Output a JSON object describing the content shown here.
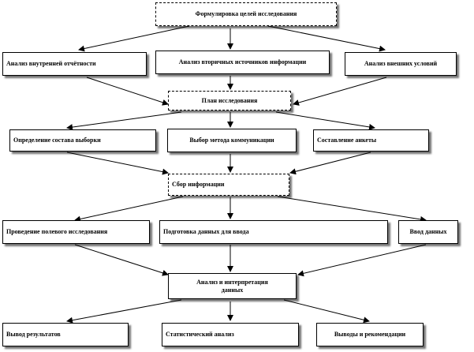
{
  "diagram": {
    "goals": "Формулировка целей исследования",
    "internal_reports": "Анализ внутренней отчётности",
    "secondary_sources": "Анализ вторичных источников информации",
    "external_conditions": "Анализ внешних условий",
    "research_plan": "План исследования",
    "sample_definition": "Определение состава выборки",
    "communication_method": "Выбор метода коммуникации",
    "questionnaire": "Составление анкеты",
    "data_collection": "Сбор информации",
    "field_research": "Проведение полевого исследования",
    "data_preparation": "Подготовка данных для ввода",
    "data_entry": "Ввод данных",
    "analysis": "Анализ и интерпретация данных",
    "results_output": "Вывод результатов",
    "statistical_analysis": "Статистический анализ",
    "conclusions": "Выводы и рекомендации"
  }
}
